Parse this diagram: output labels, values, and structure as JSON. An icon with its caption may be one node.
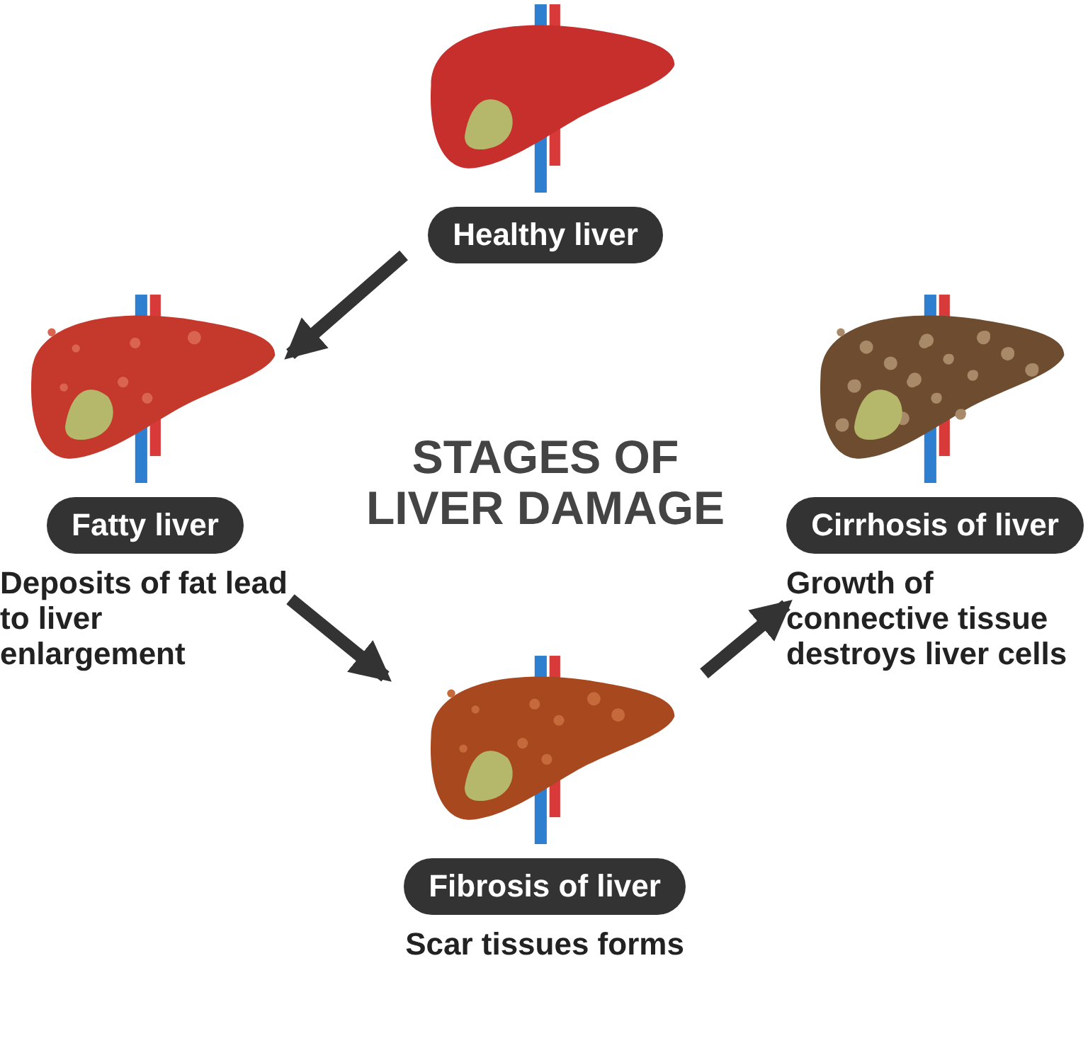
{
  "diagram": {
    "title": "STAGES OF LIVER DAMAGE",
    "nodes": [
      {
        "text": [
          "Healthy liver"
        ]
      },
      {
        "text": [
          "Fatty liver",
          "Deposits of fat lead to liver enlargement"
        ]
      },
      {
        "text": [
          "Fibrosis of liver",
          "Scar tissues forms"
        ]
      },
      {
        "text": [
          "Cirrhosis of liver",
          "Growth of connective tissue destroys liver cells"
        ]
      }
    ],
    "edges": [
      {
        "from": 0,
        "to": 1,
        "arrow": "to"
      },
      {
        "from": 1,
        "to": 2,
        "arrow": "to"
      },
      {
        "from": 2,
        "to": 3,
        "arrow": "to"
      }
    ]
  }
}
